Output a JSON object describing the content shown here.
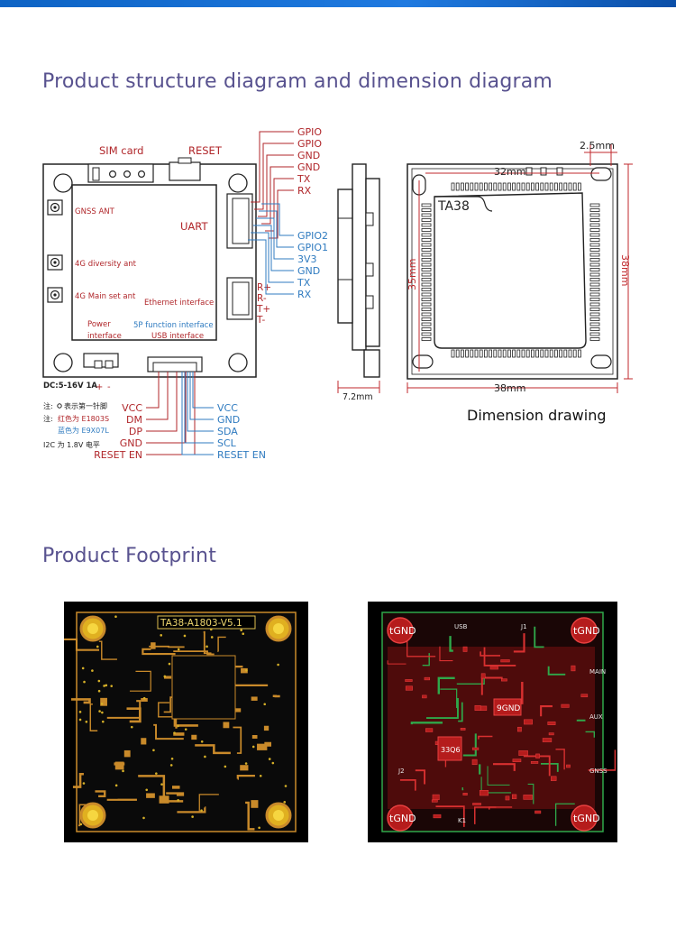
{
  "sections": {
    "structure_title": "Product structure diagram and dimension diagram",
    "footprint_title": "Product Footprint"
  },
  "board": {
    "sim_card": "SIM card",
    "reset": "RESET",
    "gnss_ant": "GNSS ANT",
    "diversity_ant": "4G diversity ant",
    "main_ant": "4G Main set ant",
    "uart": "UART",
    "ethernet": "Ethernet interface",
    "fivep": "5P function interface",
    "power_interface": "Power\ninterface",
    "usb_interface": "USB interface",
    "dc": "DC:5-16V 1A",
    "plus": "+",
    "minus": "-",
    "ethernet_pins": [
      "R+",
      "R-",
      "T+",
      "T-"
    ]
  },
  "pins": {
    "uart_red": [
      "GPIO",
      "GPIO",
      "GND",
      "GND",
      "TX",
      "RX"
    ],
    "uart_blue": [
      "GPIO2",
      "GPIO1",
      "3V3",
      "GND",
      "TX",
      "RX"
    ],
    "usb_red": [
      "VCC",
      "DM",
      "DP",
      "GND",
      "RESET EN"
    ],
    "usb_blue": [
      "VCC",
      "GND",
      "SDA",
      "SCL",
      "RESET EN"
    ]
  },
  "notes": {
    "note1_prefix": "注:",
    "note1_text": "表示第一针脚",
    "note2_prefix": "注:",
    "note2_red": "红色为 E1803S",
    "note2_blue": "蓝色为 E9X07L",
    "note3": "I2C 为 1.8V 电平"
  },
  "dimensions": {
    "side_width": "7.2mm",
    "top_width": "32mm",
    "hole_offset": "2.5mm",
    "left_height": "35mm",
    "right_height": "38mm",
    "bottom_width": "38mm",
    "chip_label": "TA38",
    "caption": "Dimension drawing"
  },
  "footprint": {
    "top_label": "TA38-A1803-V5.1",
    "gnd_label": "tGND",
    "chip_label": "33Q6",
    "chip_label2": "9GND",
    "silk_labels": [
      "USB",
      "J1",
      "J2",
      "MAIN",
      "AUX",
      "GNSS",
      "K1"
    ]
  },
  "colors": {
    "title": "#58528f",
    "red": "#b0262a",
    "blue": "#2f7bc0",
    "line": "#222222",
    "dim_red": "#c0282c",
    "pcb_orange": "#c98a2a",
    "pcb_red": "#b51c1c",
    "pcb_green": "#2fa84a"
  }
}
